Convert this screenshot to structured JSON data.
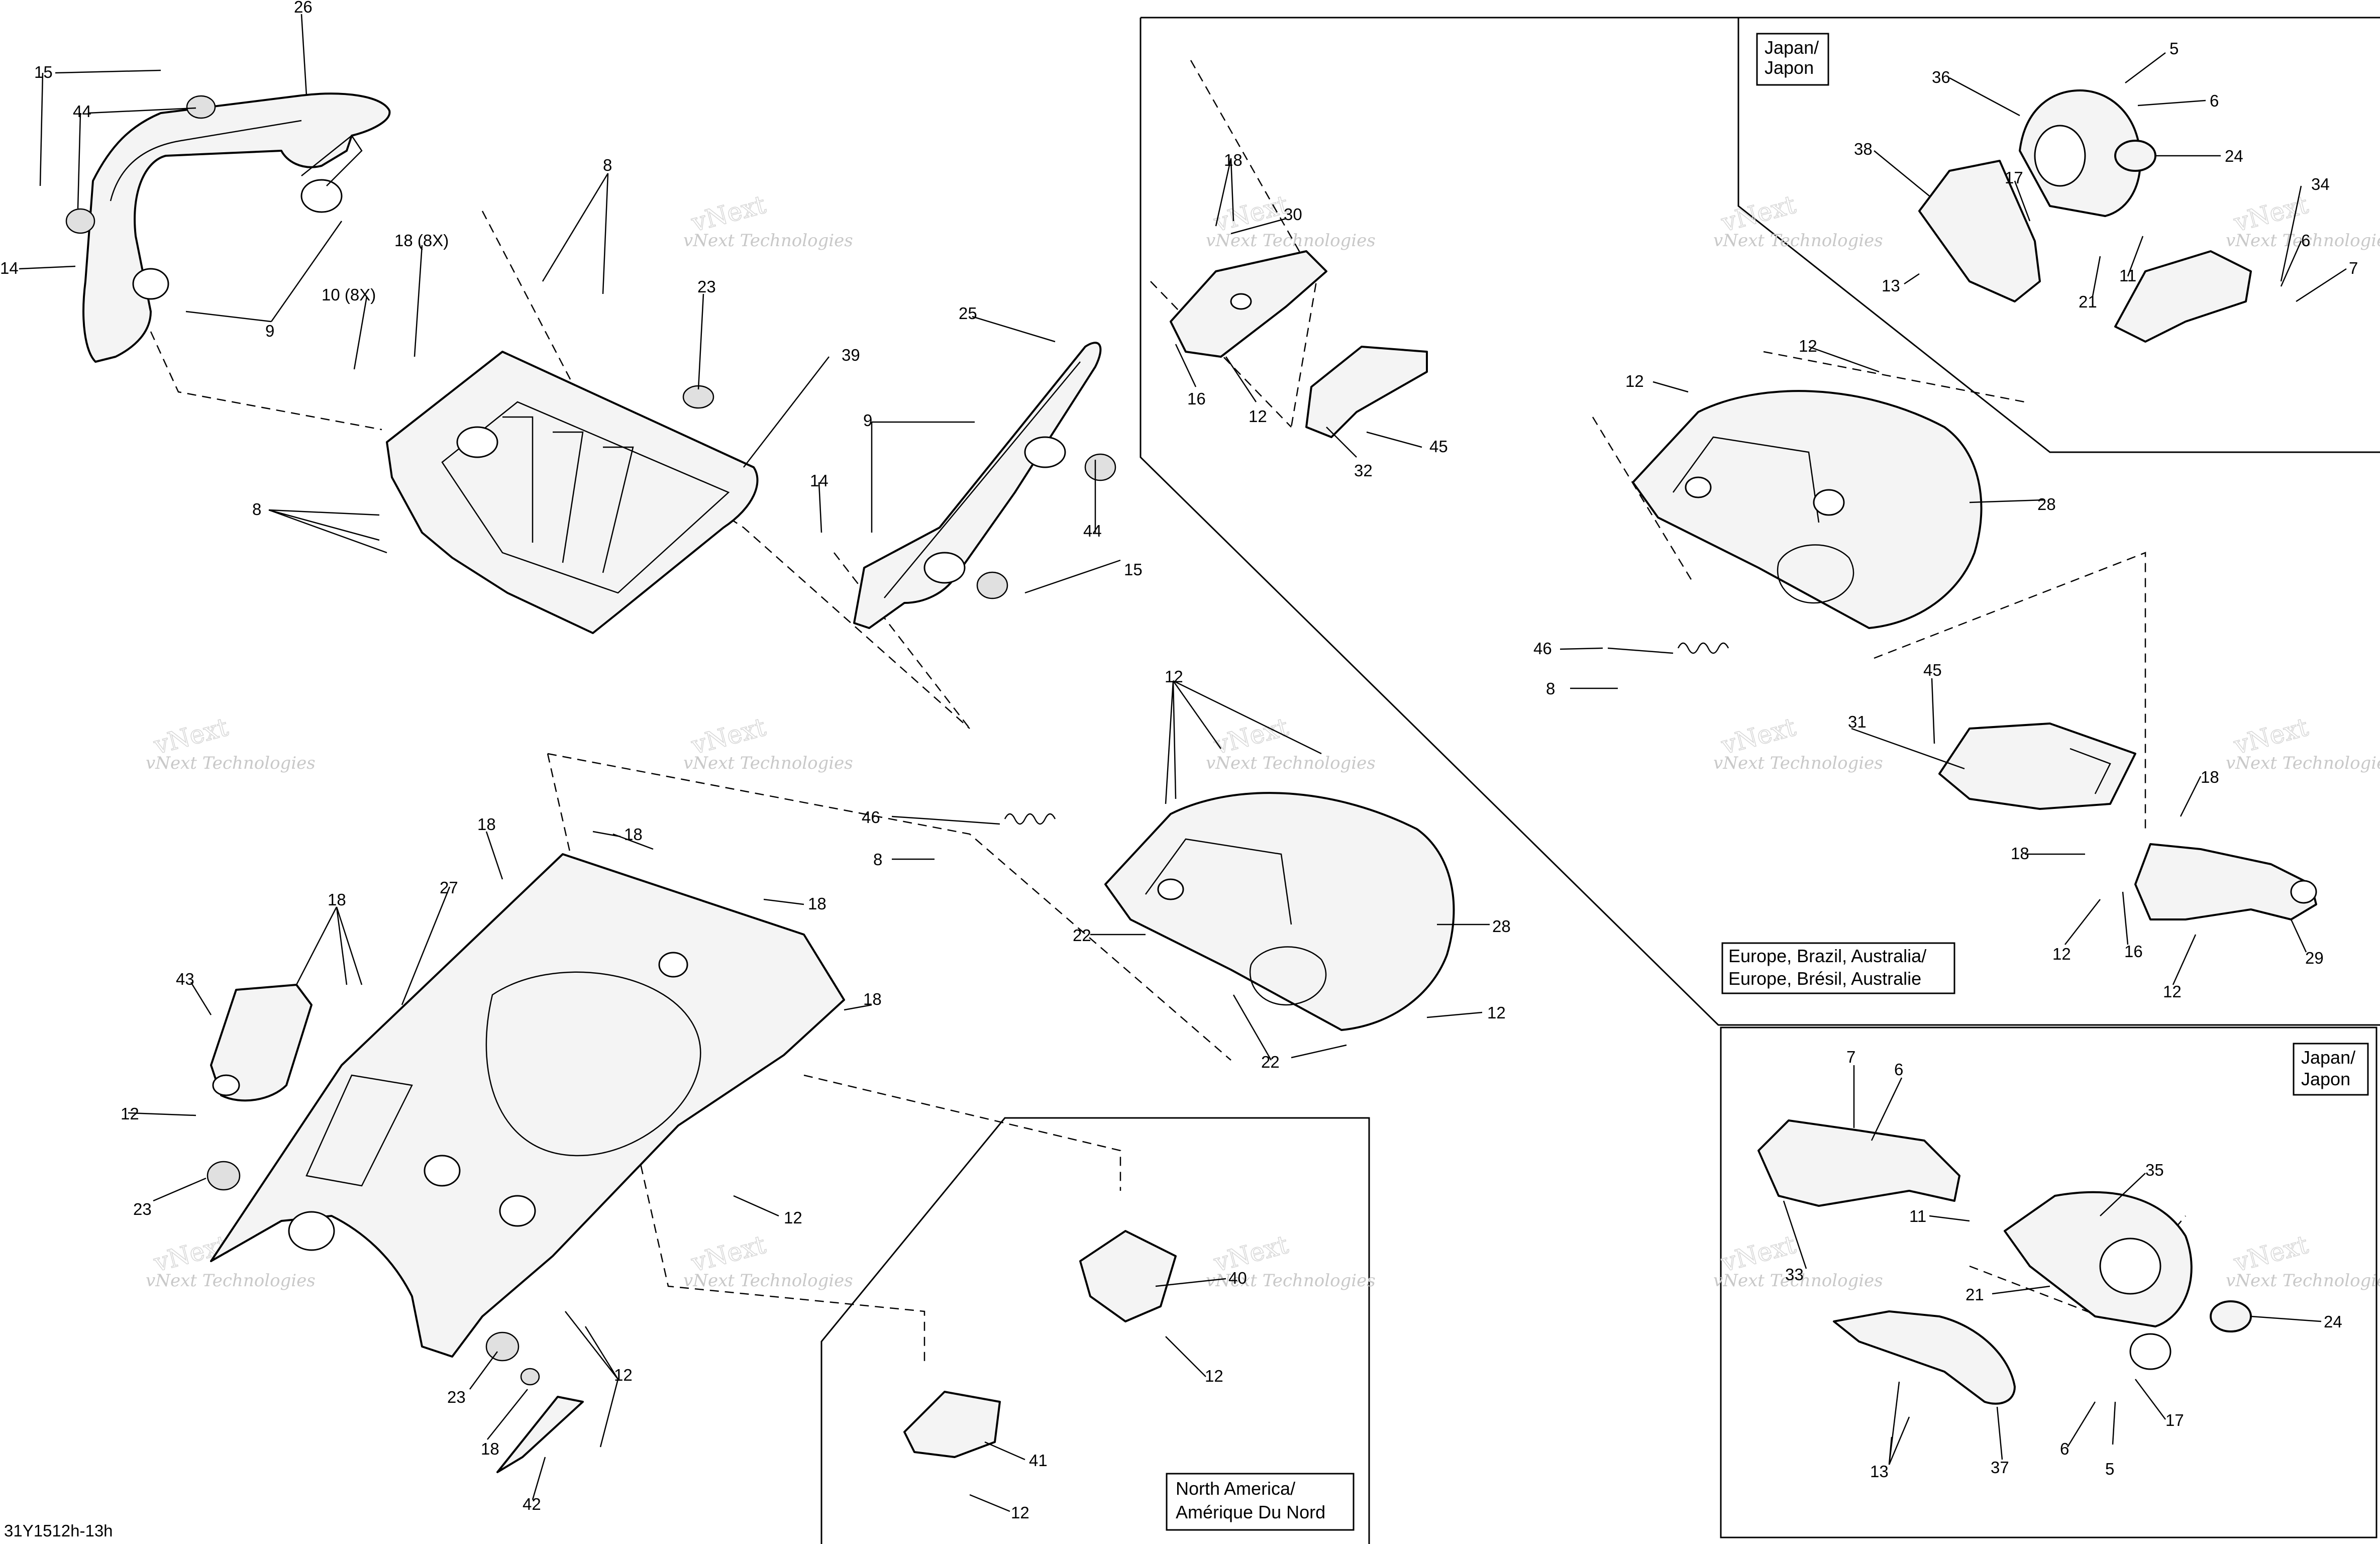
{
  "diagram_code": "31Y1512h-13h",
  "watermark": {
    "line1": "vNext Technologies",
    "line2a": "vNext",
    "line2b": "Technologies"
  },
  "regions": {
    "japan_top": {
      "line1": "Japan/",
      "line2": "Japon"
    },
    "europe": {
      "line1": "Europe, Brazil, Australia/",
      "line2": "Europe, Brésil, Australie"
    },
    "japan_bottom": {
      "line1": "Japan/",
      "line2": "Japon"
    },
    "north_america": {
      "line1": "North America/",
      "line2": "Amérique Du Nord"
    }
  },
  "callouts": [
    {
      "id": "c26",
      "label": "26"
    },
    {
      "id": "c15a",
      "label": "15"
    },
    {
      "id": "c44a",
      "label": "44"
    },
    {
      "id": "c14a",
      "label": "14"
    },
    {
      "id": "c9a",
      "label": "9"
    },
    {
      "id": "c8a",
      "label": "8"
    },
    {
      "id": "c18x",
      "label": "18 (8X)"
    },
    {
      "id": "c10x",
      "label": "10 (8X)"
    },
    {
      "id": "c23a",
      "label": "23"
    },
    {
      "id": "c39",
      "label": "39"
    },
    {
      "id": "c8b",
      "label": "8"
    },
    {
      "id": "c25",
      "label": "25"
    },
    {
      "id": "c9b",
      "label": "9"
    },
    {
      "id": "c14b",
      "label": "14"
    },
    {
      "id": "c44b",
      "label": "44"
    },
    {
      "id": "c15b",
      "label": "15"
    },
    {
      "id": "c18a",
      "label": "18"
    },
    {
      "id": "c30",
      "label": "30"
    },
    {
      "id": "c16a",
      "label": "16"
    },
    {
      "id": "c12a",
      "label": "12"
    },
    {
      "id": "c32",
      "label": "32"
    },
    {
      "id": "c45a",
      "label": "45"
    },
    {
      "id": "c36",
      "label": "36"
    },
    {
      "id": "c5a",
      "label": "5"
    },
    {
      "id": "c6a",
      "label": "6"
    },
    {
      "id": "c24a",
      "label": "24"
    },
    {
      "id": "c38",
      "label": "38"
    },
    {
      "id": "c17a",
      "label": "17"
    },
    {
      "id": "c34",
      "label": "34"
    },
    {
      "id": "c6b",
      "label": "6"
    },
    {
      "id": "c7a",
      "label": "7"
    },
    {
      "id": "c13a",
      "label": "13"
    },
    {
      "id": "c21a",
      "label": "21"
    },
    {
      "id": "c11a",
      "label": "11"
    },
    {
      "id": "c12b",
      "label": "12"
    },
    {
      "id": "c12c",
      "label": "12"
    },
    {
      "id": "c28a",
      "label": "28"
    },
    {
      "id": "c46a",
      "label": "46"
    },
    {
      "id": "c8c",
      "label": "8"
    },
    {
      "id": "c45b",
      "label": "45"
    },
    {
      "id": "c31",
      "label": "31"
    },
    {
      "id": "c18b",
      "label": "18"
    },
    {
      "id": "c18c",
      "label": "18"
    },
    {
      "id": "c12d",
      "label": "12"
    },
    {
      "id": "c16b",
      "label": "16"
    },
    {
      "id": "c29",
      "label": "29"
    },
    {
      "id": "c12e",
      "label": "12"
    },
    {
      "id": "c12f",
      "label": "12"
    },
    {
      "id": "c28b",
      "label": "28"
    },
    {
      "id": "c22a",
      "label": "22"
    },
    {
      "id": "c22b",
      "label": "22"
    },
    {
      "id": "c12g",
      "label": "12"
    },
    {
      "id": "c46b",
      "label": "46"
    },
    {
      "id": "c8d",
      "label": "8"
    },
    {
      "id": "c18d",
      "label": "18"
    },
    {
      "id": "c18e",
      "label": "18"
    },
    {
      "id": "c18f",
      "label": "18"
    },
    {
      "id": "c18g",
      "label": "18"
    },
    {
      "id": "c27",
      "label": "27"
    },
    {
      "id": "c18h",
      "label": "18"
    },
    {
      "id": "c43",
      "label": "43"
    },
    {
      "id": "c12h",
      "label": "12"
    },
    {
      "id": "c23b",
      "label": "23"
    },
    {
      "id": "c12i",
      "label": "12"
    },
    {
      "id": "c23c",
      "label": "23"
    },
    {
      "id": "c12j",
      "label": "12"
    },
    {
      "id": "c18i",
      "label": "18"
    },
    {
      "id": "c42",
      "label": "42"
    },
    {
      "id": "c40",
      "label": "40"
    },
    {
      "id": "c12k",
      "label": "12"
    },
    {
      "id": "c41",
      "label": "41"
    },
    {
      "id": "c12l",
      "label": "12"
    },
    {
      "id": "c7b",
      "label": "7"
    },
    {
      "id": "c6c",
      "label": "6"
    },
    {
      "id": "c35",
      "label": "35"
    },
    {
      "id": "c11b",
      "label": "11"
    },
    {
      "id": "c33",
      "label": "33"
    },
    {
      "id": "c21b",
      "label": "21"
    },
    {
      "id": "c24b",
      "label": "24"
    },
    {
      "id": "c17b",
      "label": "17"
    },
    {
      "id": "c13b",
      "label": "13"
    },
    {
      "id": "c37",
      "label": "37"
    },
    {
      "id": "c6d",
      "label": "6"
    },
    {
      "id": "c5b",
      "label": "5"
    }
  ]
}
